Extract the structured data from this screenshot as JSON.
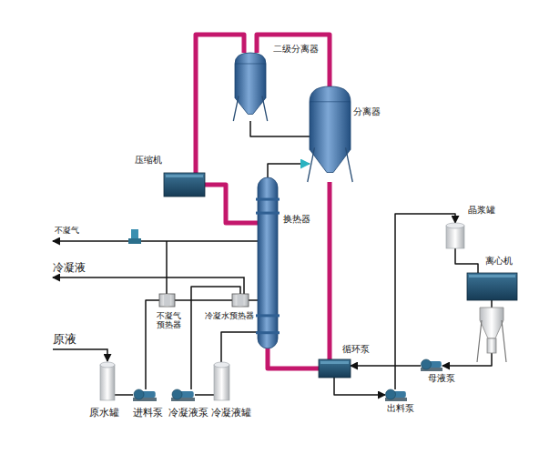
{
  "diagram": {
    "nodes": [
      {
        "text": [
          "二级分离器"
        ]
      },
      {
        "text": [
          "分离器"
        ]
      },
      {
        "text": [
          "压缩机"
        ]
      },
      {
        "text": [
          "换热器"
        ]
      },
      {
        "text": [
          "晶浆罐"
        ]
      },
      {
        "text": [
          "离心机"
        ]
      },
      {
        "text": [
          "不凝气 预热器"
        ]
      },
      {
        "text": [
          "冷凝水预热器"
        ]
      },
      {
        "text": [
          "循环泵"
        ]
      },
      {
        "text": [
          "母液泵"
        ]
      },
      {
        "text": [
          "出料泵"
        ]
      },
      {
        "text": [
          "原水罐"
        ]
      },
      {
        "text": [
          "进料泵"
        ]
      },
      {
        "text": [
          "冷凝液泵"
        ]
      },
      {
        "text": [
          "冷凝液罐"
        ]
      }
    ],
    "edges": [
      {
        "from": 1,
        "to": 0,
        "arrow": "none"
      },
      {
        "from": 0,
        "to": 2,
        "arrow": "none"
      },
      {
        "from": 2,
        "to": 3,
        "arrow": "none"
      },
      {
        "from": 3,
        "to": 1,
        "arrow": "to"
      },
      {
        "from": 1,
        "to": 8,
        "arrow": "none"
      },
      {
        "from": 8,
        "to": 3,
        "arrow": "none"
      },
      {
        "from": 0,
        "to": 1,
        "arrow": "none"
      },
      {
        "from": 8,
        "to": 10,
        "arrow": "to"
      },
      {
        "from": 10,
        "to": 4,
        "arrow": "to"
      },
      {
        "from": 4,
        "to": 5,
        "arrow": "none"
      },
      {
        "from": 5,
        "to": 9,
        "arrow": "to"
      },
      {
        "from": 9,
        "to": 8,
        "arrow": "to"
      },
      {
        "from": 11,
        "to": 12,
        "arrow": "none"
      },
      {
        "from": 12,
        "to": 6,
        "arrow": "none"
      },
      {
        "from": 6,
        "to": 7,
        "arrow": "none"
      },
      {
        "from": 7,
        "to": 3,
        "arrow": "none"
      },
      {
        "from": 3,
        "to": 14,
        "arrow": "none"
      },
      {
        "from": 14,
        "to": 13,
        "arrow": "none"
      },
      {
        "from": 13,
        "to": 7,
        "arrow": "none"
      }
    ],
    "labels": [
      "不凝气",
      "冷凝液",
      "原液"
    ]
  }
}
